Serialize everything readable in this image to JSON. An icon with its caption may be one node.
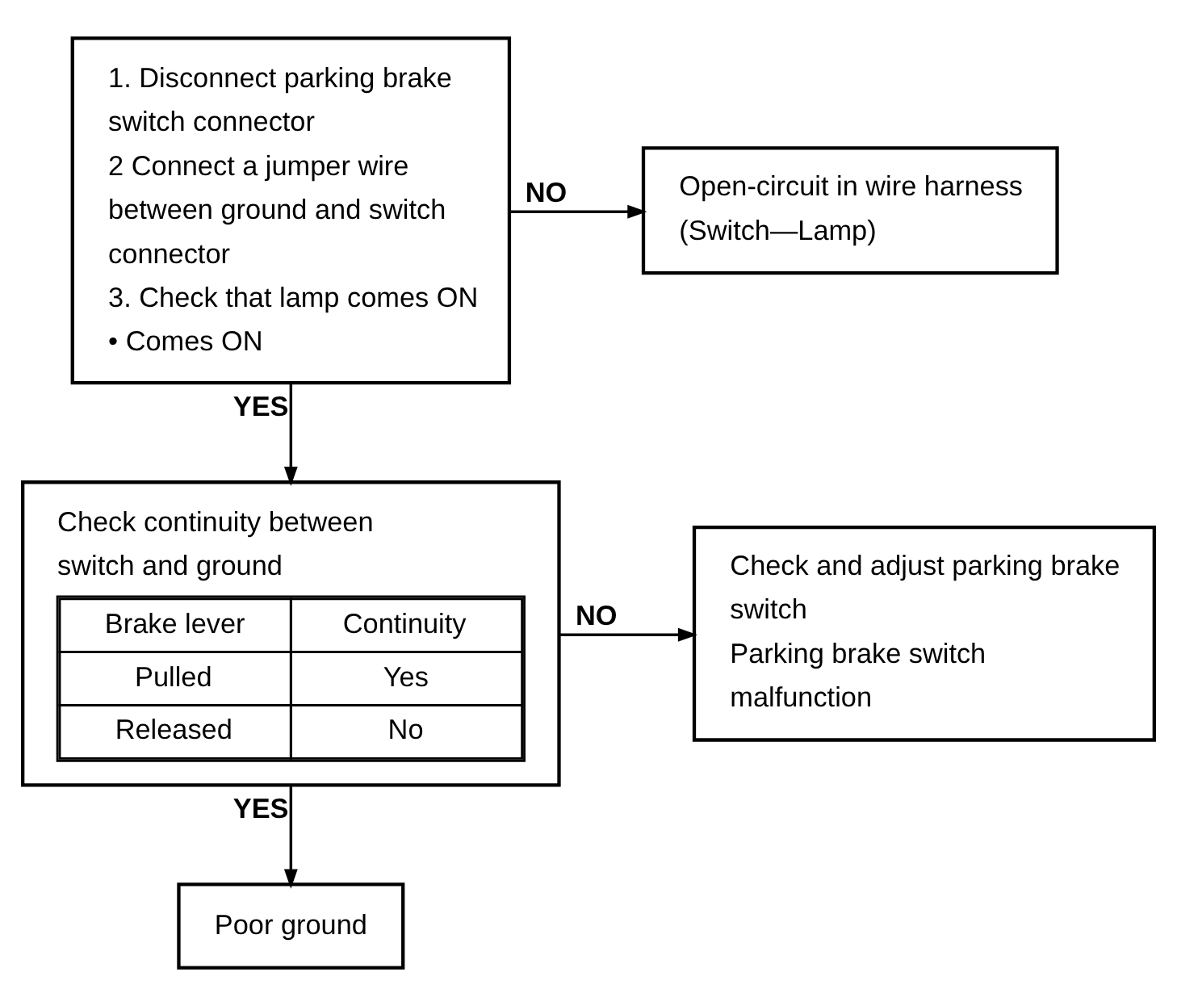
{
  "diagram": {
    "nodes": [
      {
        "text": [
          "1. Disconnect parking brake switch connector",
          "2 Connect a jumper wire between ground and switch connector",
          "3. Check that lamp comes ON",
          "• Comes ON"
        ]
      },
      {
        "text": [
          "Open-circuit in wire harness (Switch—Lamp)"
        ]
      },
      {
        "text": [
          "Check continuity between switch and ground"
        ]
      },
      {
        "text": [
          "Check and adjust parking brake switch",
          "Parking brake switch malfunction"
        ]
      },
      {
        "text": [
          "Poor ground"
        ]
      }
    ],
    "edges": [
      {
        "from": 0,
        "to": 1,
        "arrow": "to",
        "label": "NO"
      },
      {
        "from": 0,
        "to": 2,
        "arrow": "to",
        "label": "YES"
      },
      {
        "from": 2,
        "to": 3,
        "arrow": "to",
        "label": "NO"
      },
      {
        "from": 2,
        "to": 4,
        "arrow": "to",
        "label": "YES"
      }
    ],
    "labels": [
      "Brake lever",
      "Continuity",
      "Pulled",
      "Yes",
      "Released",
      "No"
    ]
  }
}
